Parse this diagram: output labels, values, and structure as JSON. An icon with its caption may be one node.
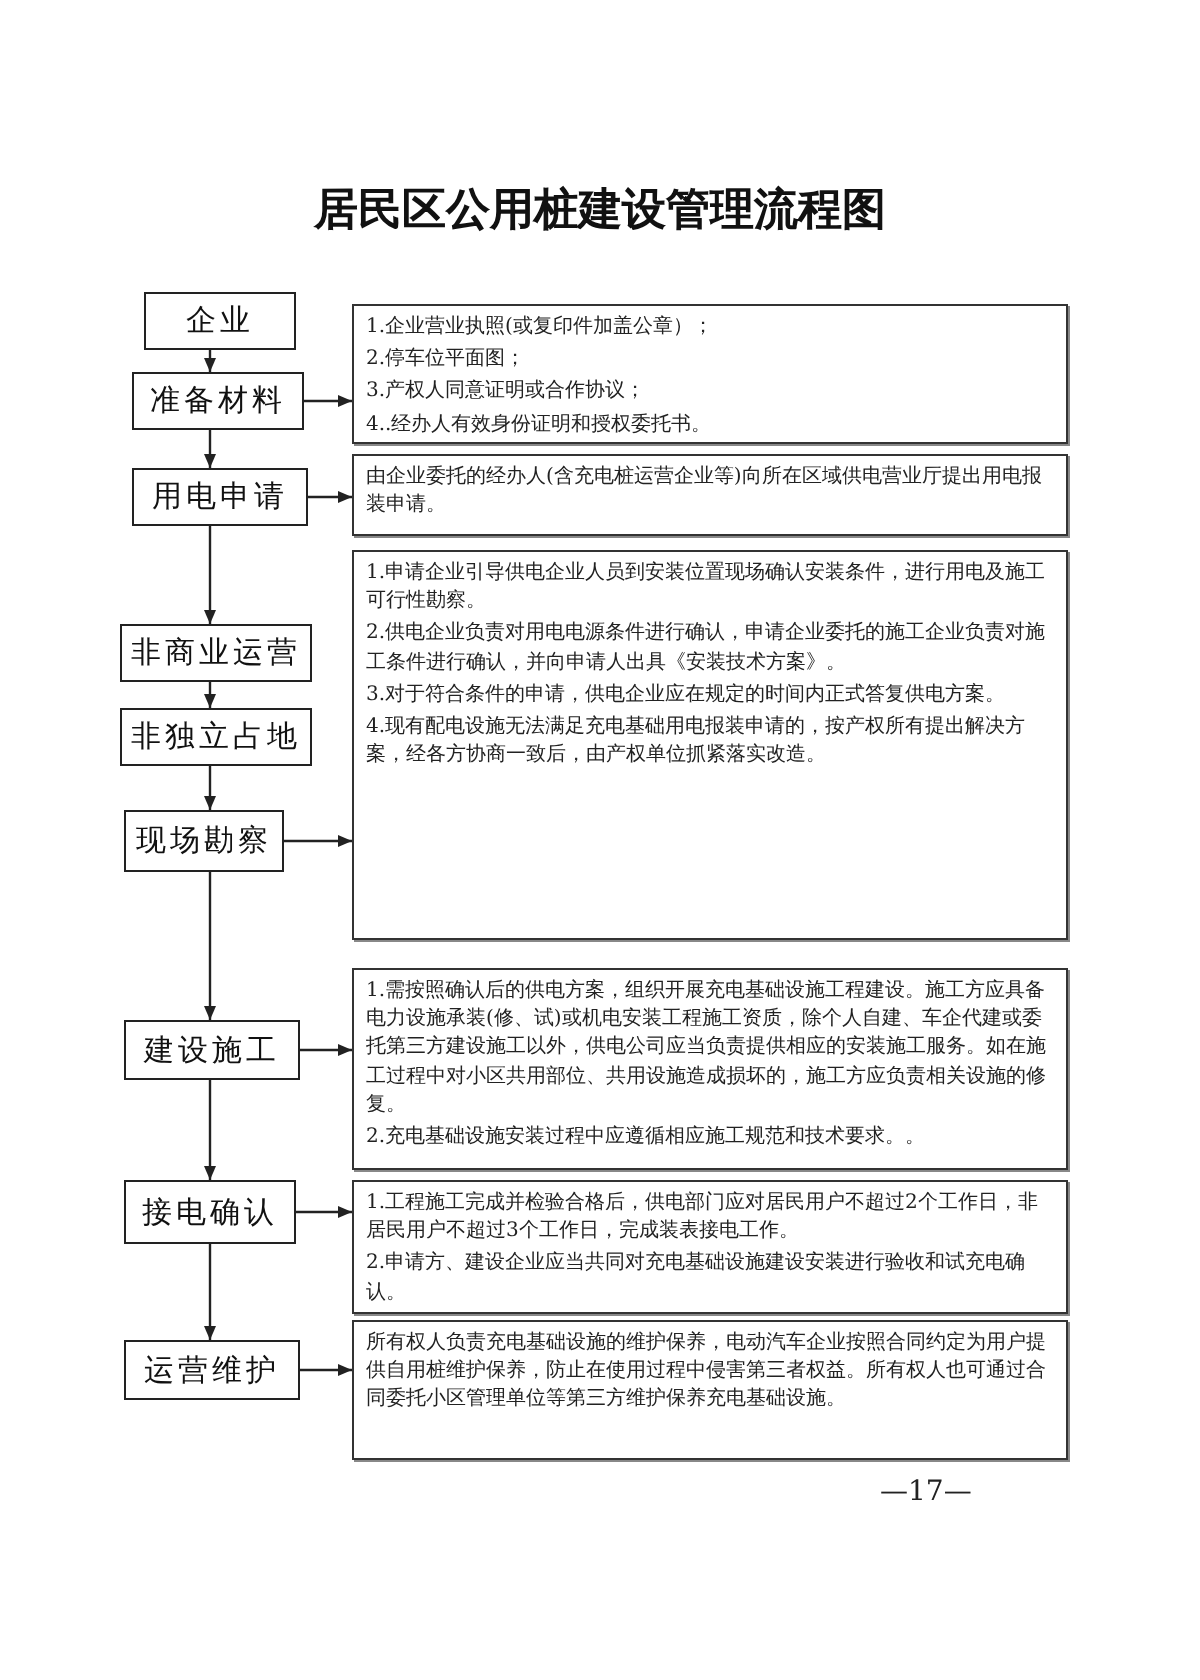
{
  "diagram": {
    "title": "居民区公用桩建设管理流程图",
    "nodes": [
      {
        "text": [
          "企业"
        ]
      },
      {
        "text": [
          "准备材料"
        ]
      },
      {
        "text": [
          "用电申请"
        ]
      },
      {
        "text": [
          "非商业运营"
        ]
      },
      {
        "text": [
          "非独立占地"
        ]
      },
      {
        "text": [
          "现场勘察"
        ]
      },
      {
        "text": [
          "建设施工"
        ]
      },
      {
        "text": [
          "接电确认"
        ]
      },
      {
        "text": [
          "运营维护"
        ]
      },
      {
        "text": [
          "1.企业营业执照(或复印件加盖公章）；",
          "2.停车位平面图；",
          "3.产权人同意证明或合作协议；",
          "4..经办人有效身份证明和授权委托书。"
        ]
      },
      {
        "text": [
          "由企业委托的经办人(含充电桩运营企业等)向所在区域供电营业厅提出用电报装申请。"
        ]
      },
      {
        "text": [
          "1.申请企业引导供电企业人员到安装位置现场确认安装条件，进行用电及施工可行性勘察。",
          "2.供电企业负责对用电电源条件进行确认，申请企业委托的施工企业负责对施工条件进行确认，并向申请人出具《安装技术方案》。",
          "3.对于符合条件的申请，供电企业应在规定的时间内正式答复供电方案。",
          "4.现有配电设施无法满足充电基础用电报装申请的，按产权所有提出解决方案，经各方协商一致后，由产权单位抓紧落实改造。"
        ]
      },
      {
        "text": [
          "1.需按照确认后的供电方案，组织开展充电基础设施工程建设。施工方应具备电力设施承装(修、试)或机电安装工程施工资质，除个人自建、车企代建或委托第三方建设施工以外，供电公司应当负责提供相应的安装施工服务。如在施工过程中对小区共用部位、共用设施造成损坏的，施工方应负责相关设施的修复。",
          "2.充电基础设施安装过程中应遵循相应施工规范和技术要求。。"
        ]
      },
      {
        "text": [
          "1.工程施工完成并检验合格后，供电部门应对居民用户不超过2个工作日，非居民用户不超过3个工作日，完成装表接电工作。",
          "2.申请方、建设企业应当共同对充电基础设施建设安装进行验收和试充电确认。"
        ]
      },
      {
        "text": [
          "所有权人负责充电基础设施的维护保养，电动汽车企业按照合同约定为用户提供自用桩维护保养，防止在使用过程中侵害第三者权益。所有权人也可通过合同委托小区管理单位等第三方维护保养充电基础设施。"
        ]
      }
    ],
    "edges": [
      {
        "from": 0,
        "to": 1,
        "arrow": "to"
      },
      {
        "from": 1,
        "to": 2,
        "arrow": "to"
      },
      {
        "from": 2,
        "to": 3,
        "arrow": "to"
      },
      {
        "from": 3,
        "to": 4,
        "arrow": "to"
      },
      {
        "from": 4,
        "to": 5,
        "arrow": "to"
      },
      {
        "from": 5,
        "to": 6,
        "arrow": "to"
      },
      {
        "from": 6,
        "to": 7,
        "arrow": "to"
      },
      {
        "from": 7,
        "to": 8,
        "arrow": "to"
      },
      {
        "from": 1,
        "to": 9,
        "arrow": "to"
      },
      {
        "from": 2,
        "to": 10,
        "arrow": "to"
      },
      {
        "from": 5,
        "to": 11,
        "arrow": "to"
      },
      {
        "from": 6,
        "to": 12,
        "arrow": "to"
      },
      {
        "from": 7,
        "to": 13,
        "arrow": "to"
      },
      {
        "from": 8,
        "to": 14,
        "arrow": "to"
      }
    ],
    "labels": [
      "—17—"
    ]
  }
}
